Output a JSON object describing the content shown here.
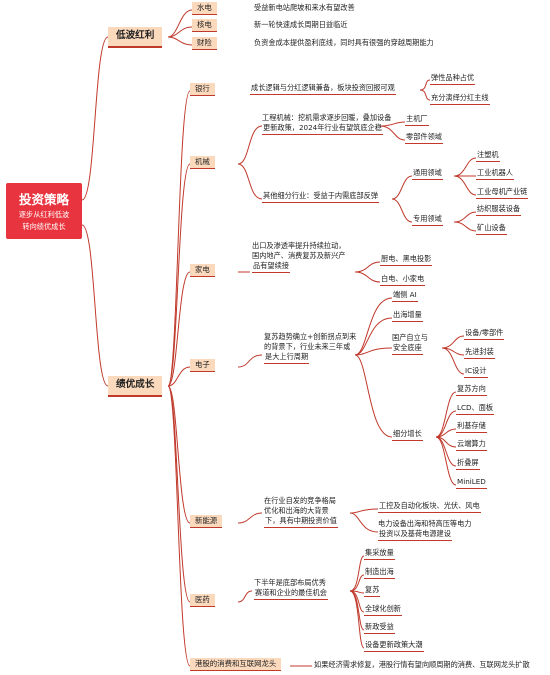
{
  "root": {
    "title": "投资策略",
    "subtitle_line1": "逐步从红利低波",
    "subtitle_line2": "转向绩优成长"
  },
  "low_vol": {
    "label": "低波红利",
    "items": [
      {
        "tag": "水电",
        "desc": "受益新电站爬坡和来水有望改善"
      },
      {
        "tag": "核电",
        "desc": "新一轮快速成长周期日益临近"
      },
      {
        "tag": "财险",
        "desc": "负资金成本提供盈利底线，同时具有很强的穿越周期能力"
      }
    ]
  },
  "growth": {
    "label": "绩优成长",
    "bank": {
      "tag": "银行",
      "desc": "成长逻辑与分红逻辑兼备，板块投资回报可观",
      "leaves": [
        "弹性品种占优",
        "充分演绎分红主线"
      ]
    },
    "machinery": {
      "tag": "机械",
      "engineering": {
        "desc_line1": "工程机械：挖机需求逐步回暖，叠加设备",
        "desc_line2": "更新政策，2024年行业有望筑底企稳",
        "leaves": [
          "主机厂",
          "零部件领域"
        ]
      },
      "other": {
        "desc": "其他细分行业：受益于内需底部反弹",
        "general": {
          "label": "通用领域",
          "leaves": [
            "注塑机",
            "工业机器人",
            "工业母机产业链"
          ]
        },
        "special": {
          "label": "专用领域",
          "leaves": [
            "纺织服装设备",
            "矿山设备"
          ]
        }
      }
    },
    "appliance": {
      "tag": "家电",
      "desc_lines": [
        "出口及渗透率提升持续拉动，",
        "国内地产、消费复苏及新兴产",
        "品有望续接"
      ],
      "leaves": [
        "厨电、黑电投影",
        "白电、小家电"
      ]
    },
    "electronics": {
      "tag": "电子",
      "desc_lines": [
        "复苏趋势确立+创新拐点到来",
        "的背景下，行业未来三年或",
        "是大上行周期"
      ],
      "side_ai": "端侧 AI",
      "overseas": "出海增量",
      "domestic": {
        "label_line1": "国产自立与",
        "label_line2": "安全底座",
        "leaves": [
          "设备/零部件",
          "先进封装",
          "IC设计"
        ]
      },
      "segments": {
        "label": "细分增长",
        "leaves": [
          "复苏方向",
          "LCD、面板",
          "利基存储",
          "云端算力",
          "折叠屏",
          "MiniLED"
        ]
      }
    },
    "new_energy": {
      "tag": "新能源",
      "desc_lines": [
        "在行业自发的竞争格局",
        "优化和出海的大背景",
        "下，具有中期投资价值"
      ],
      "leaves": [
        "工控及自动化板块、光伏、风电"
      ],
      "power_line1": "电力设备出海和特高压等电力",
      "power_line2": "投资以及基荷电源建设"
    },
    "pharma": {
      "tag": "医药",
      "desc_lines": [
        "下半年是底部布局优秀",
        "赛道和企业的最佳机会"
      ],
      "leaves": [
        "集采放量",
        "制造出海",
        "复苏",
        "全球化创新",
        "新政受益",
        "设备更新政策大潮"
      ]
    },
    "hk": {
      "tag": "港股的消费和互联网龙头",
      "desc": "如果经济需求修复，港股行情有望向顺周期的消费、互联网龙头扩散"
    }
  }
}
